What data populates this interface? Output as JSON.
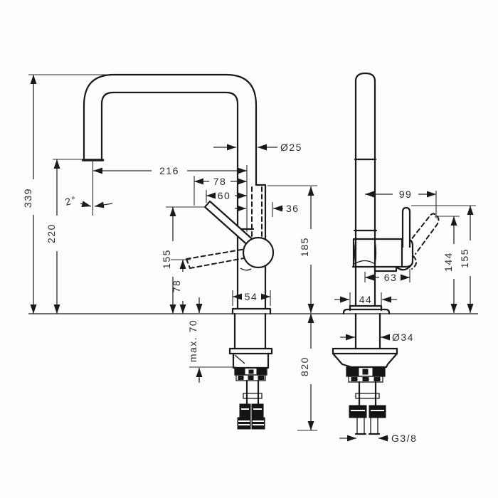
{
  "drawing": {
    "name": "faucet-dimension-drawing",
    "front_view": {
      "labels": {
        "height_total": "339",
        "spout_height": "220",
        "spout_angle": "2°",
        "spout_reach": "216",
        "lever_proj_up": "78",
        "lever_proj_mid": "60",
        "spout_diameter": "Ø25",
        "body_offset": "36",
        "body_height": "185",
        "lever_height_up": "155",
        "lever_height_down": "78",
        "base_width": "54",
        "max_counter_thickness": "max. 70",
        "hose_length": "820"
      }
    },
    "side_view": {
      "labels": {
        "handle_reach": "99",
        "handle_height_tilted": "144",
        "handle_height_up": "155",
        "handle_offset": "63",
        "base_depth": "44",
        "shank_diameter": "Ø34",
        "connection_thread": "G3/8"
      }
    }
  }
}
